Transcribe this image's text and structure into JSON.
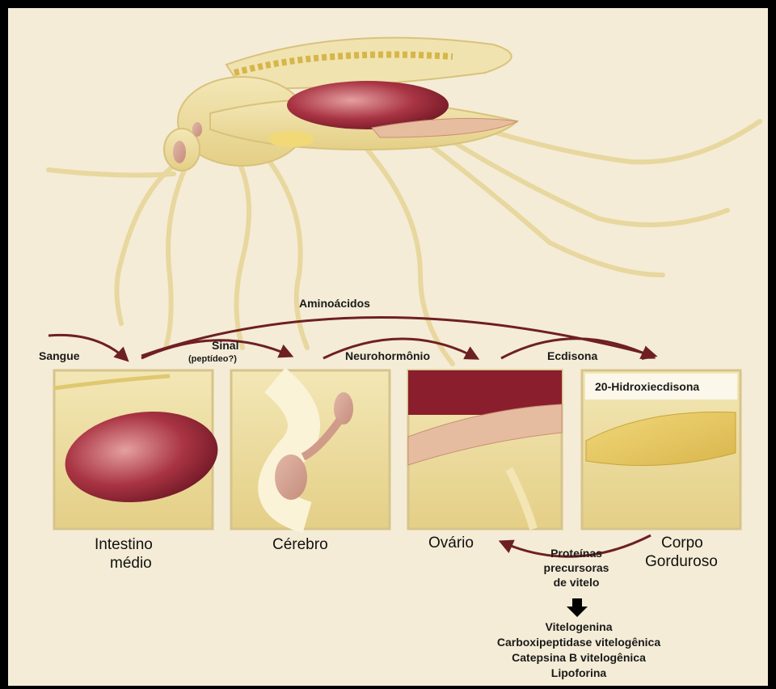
{
  "arrows": {
    "sangue": "Sangue",
    "sinal": "Sinal",
    "sinal_sub": "(peptídeo?)",
    "aminoacidos": "Aminoácidos",
    "neurohormonio": "Neurohormônio",
    "ecdisona": "Ecdisona",
    "hidroxiecdisona": "20-Hidroxiecdisona"
  },
  "organs": {
    "intestino_line1": "Intestino",
    "intestino_line2": "médio",
    "cerebro": "Cérebro",
    "ovario": "Ovário",
    "corpo_line1": "Corpo",
    "corpo_line2": "Gorduroso"
  },
  "proteins": {
    "line1": "Proteínas",
    "line2": "precursoras",
    "line3": "de vitelo"
  },
  "products": {
    "vitelogenina": "Vitelogenina",
    "carboxipeptidase": "Carboxipeptidase vitelogênica",
    "catepsina": "Catepsina B vitelogênica",
    "lipoforina": "Lipoforina"
  },
  "colors": {
    "background": "#f4ecd6",
    "arrow": "#6e1f24",
    "organ_red": "#9b2a35",
    "body_yellow": "#efe0a6"
  }
}
